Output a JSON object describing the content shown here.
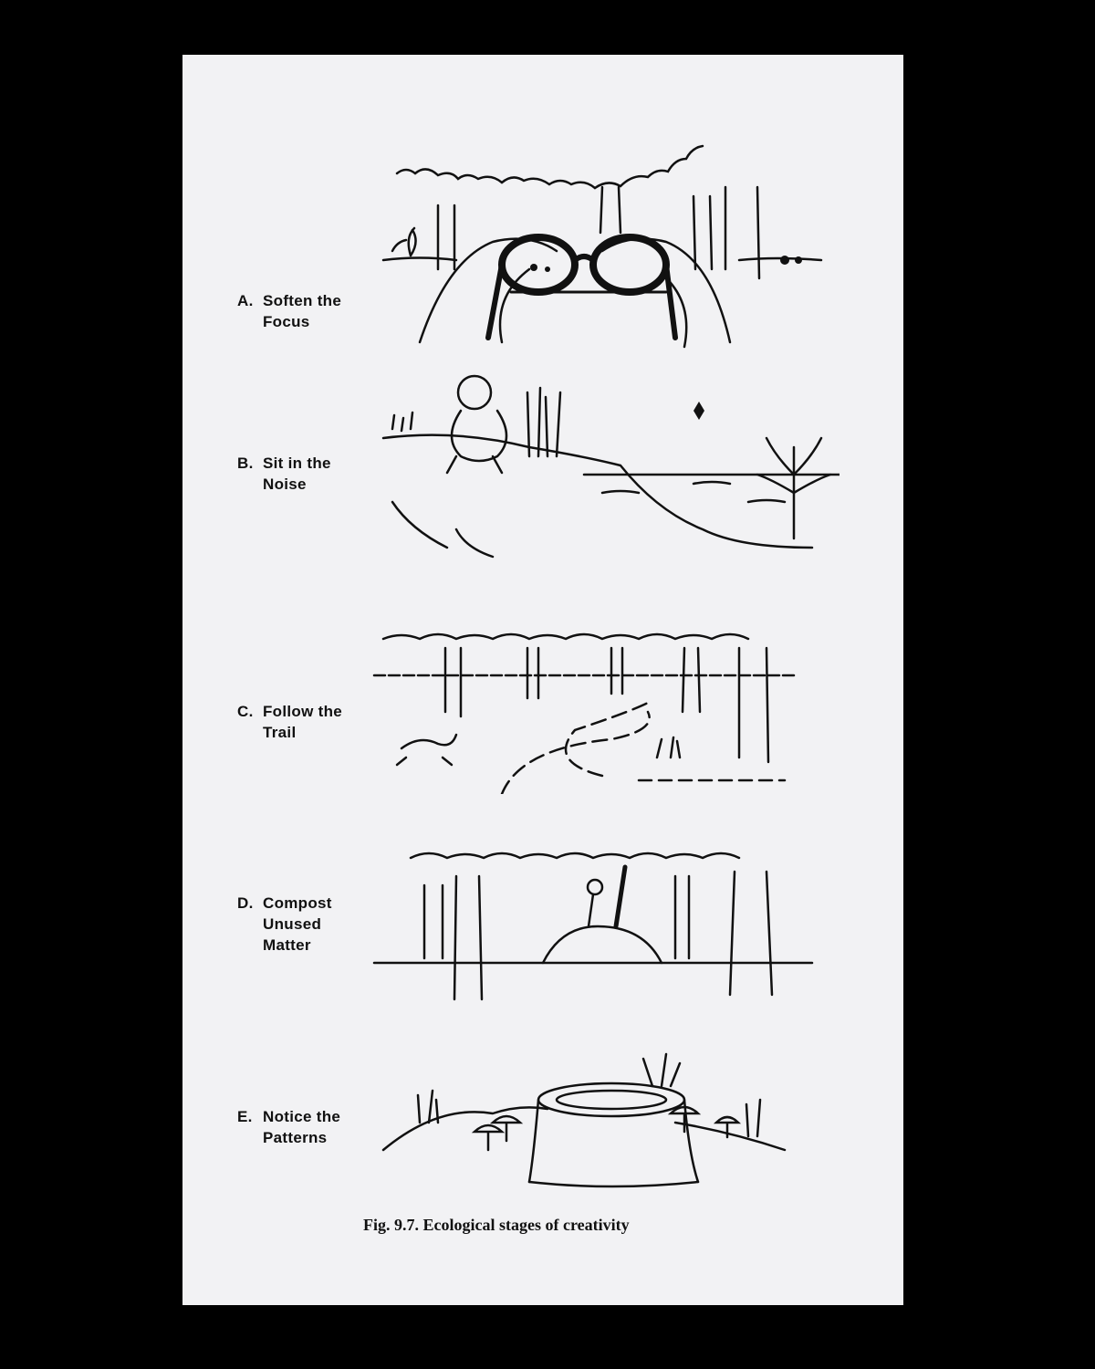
{
  "stages": [
    {
      "letter": "A.",
      "line1": "Soften the",
      "line2": "Focus"
    },
    {
      "letter": "B.",
      "line1": "Sit in the",
      "line2": "Noise"
    },
    {
      "letter": "C.",
      "line1": "Follow the",
      "line2": "Trail"
    },
    {
      "letter": "D.",
      "line1": "Compost",
      "line2": "Unused",
      "line3": "Matter"
    },
    {
      "letter": "E.",
      "line1": "Notice the",
      "line2": "Patterns"
    }
  ],
  "caption": "Fig. 9.7. Ecological stages of creativity",
  "colors": {
    "ink": "#111111",
    "paper": "#f2f2f4",
    "border": "#000000"
  },
  "illustrations": [
    "hands-holding-glasses-in-forest",
    "child-sitting-by-pond",
    "winding-trail-through-trees",
    "compost-heap-with-flower-and-shovel",
    "tree-stump-with-mushrooms"
  ]
}
